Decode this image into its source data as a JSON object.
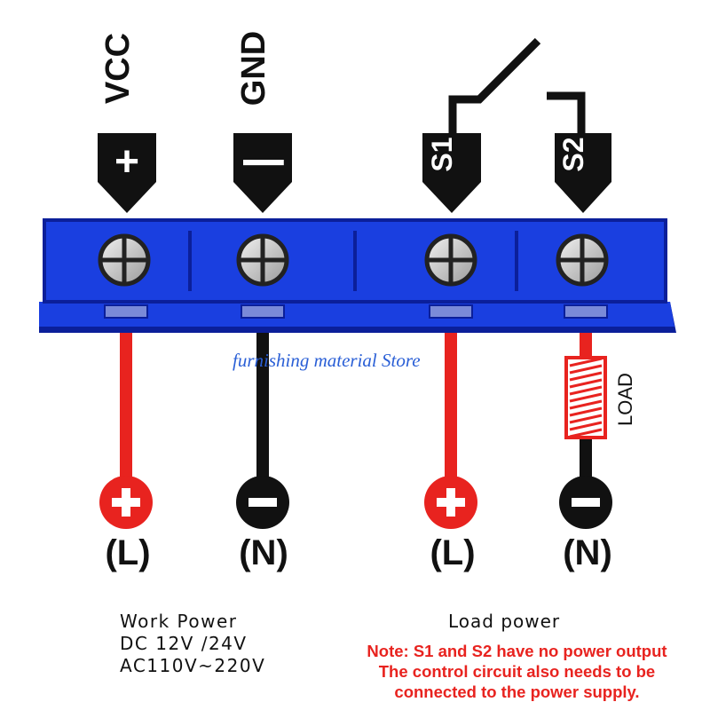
{
  "terminals": [
    {
      "label": "VCC",
      "symbol": "+",
      "wire_color": "#e8231f",
      "wire_symbol": "+",
      "line": "(L)"
    },
    {
      "label": "GND",
      "symbol": "−",
      "wire_color": "#111111",
      "wire_symbol": "−",
      "line": "(N)"
    },
    {
      "label": "S1",
      "symbol": "",
      "wire_color": "#e8231f",
      "wire_symbol": "+",
      "line": "(L)"
    },
    {
      "label": "S2",
      "symbol": "",
      "wire_color": "#111111",
      "wire_symbol": "−",
      "line": "(N)",
      "load": "LOAD"
    }
  ],
  "watermark": "furnishing material Store",
  "work_power": {
    "title": "Work  Power",
    "dc": "DC  12V  /24V",
    "ac": "AC110V~220V"
  },
  "load_power_title": "Load power",
  "note": {
    "line1": "Note: S1 and S2 have no power output",
    "line2": "The control circuit also needs to be",
    "line3": "connected to the power supply."
  },
  "colors": {
    "block_blue": "#1a3fe0",
    "block_dark": "#0b1f9a",
    "red": "#e8231f",
    "black": "#111111",
    "note_red": "#e8231f",
    "watermark": "#2a5fd6"
  }
}
